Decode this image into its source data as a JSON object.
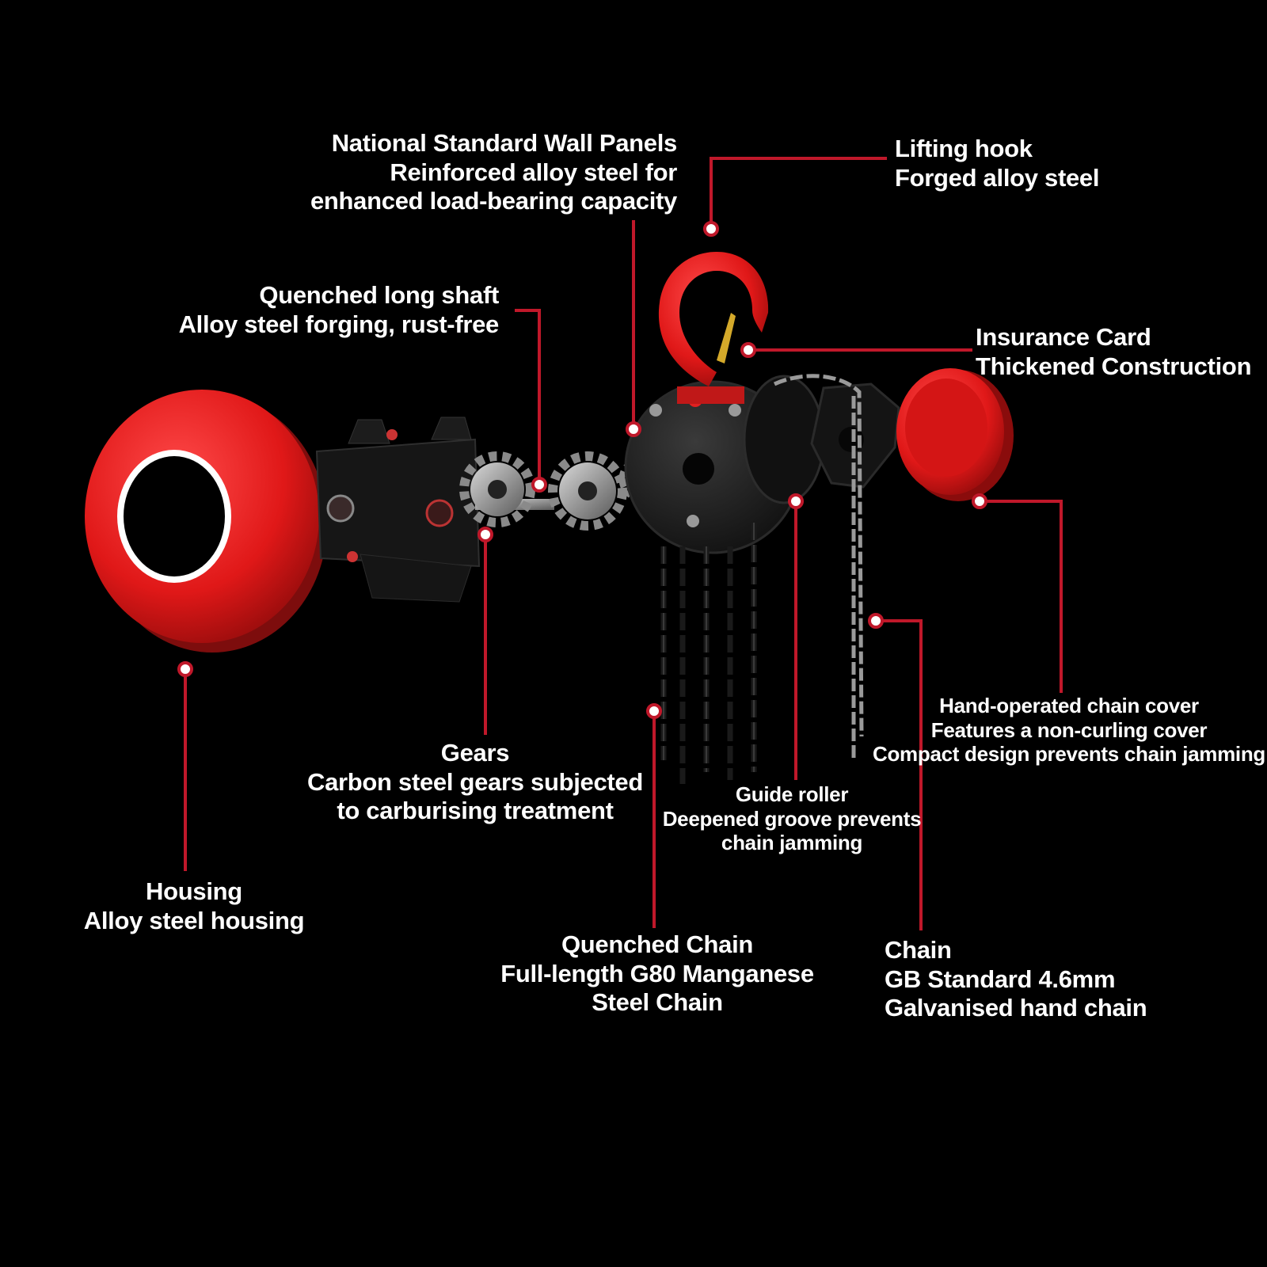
{
  "colors": {
    "background": "#000000",
    "accent": "#d11a2a",
    "leader": "#c0182a",
    "dot": "#ffffff"
  },
  "callouts": {
    "wall_panels": {
      "title": "National Standard Wall Panels",
      "line2": "Reinforced alloy steel for",
      "line3": "enhanced load-bearing capacity"
    },
    "lifting_hook": {
      "title": "Lifting hook",
      "line2": "Forged alloy steel"
    },
    "long_shaft": {
      "title": "Quenched long shaft",
      "line2": "Alloy steel forging, rust-free"
    },
    "insurance_card": {
      "title": "Insurance Card",
      "line2": "Thickened Construction"
    },
    "chain_cover": {
      "title": "Hand-operated chain cover",
      "line2": "Features a non-curling cover",
      "line3": "Compact design prevents chain jamming"
    },
    "gears": {
      "title": "Gears",
      "line2": "Carbon steel gears subjected",
      "line3": "to carburising treatment"
    },
    "guide_roller": {
      "title": "Guide roller",
      "line2": "Deepened groove prevents",
      "line3": "chain jamming"
    },
    "housing": {
      "title": "Housing",
      "line2": "Alloy steel housing"
    },
    "quenched_chain": {
      "title": "Quenched Chain",
      "line2": "Full-length G80 Manganese",
      "line3": "Steel Chain"
    },
    "hand_chain": {
      "title": "Chain",
      "line2": "GB Standard 4.6mm",
      "line3": "Galvanised hand chain"
    }
  }
}
